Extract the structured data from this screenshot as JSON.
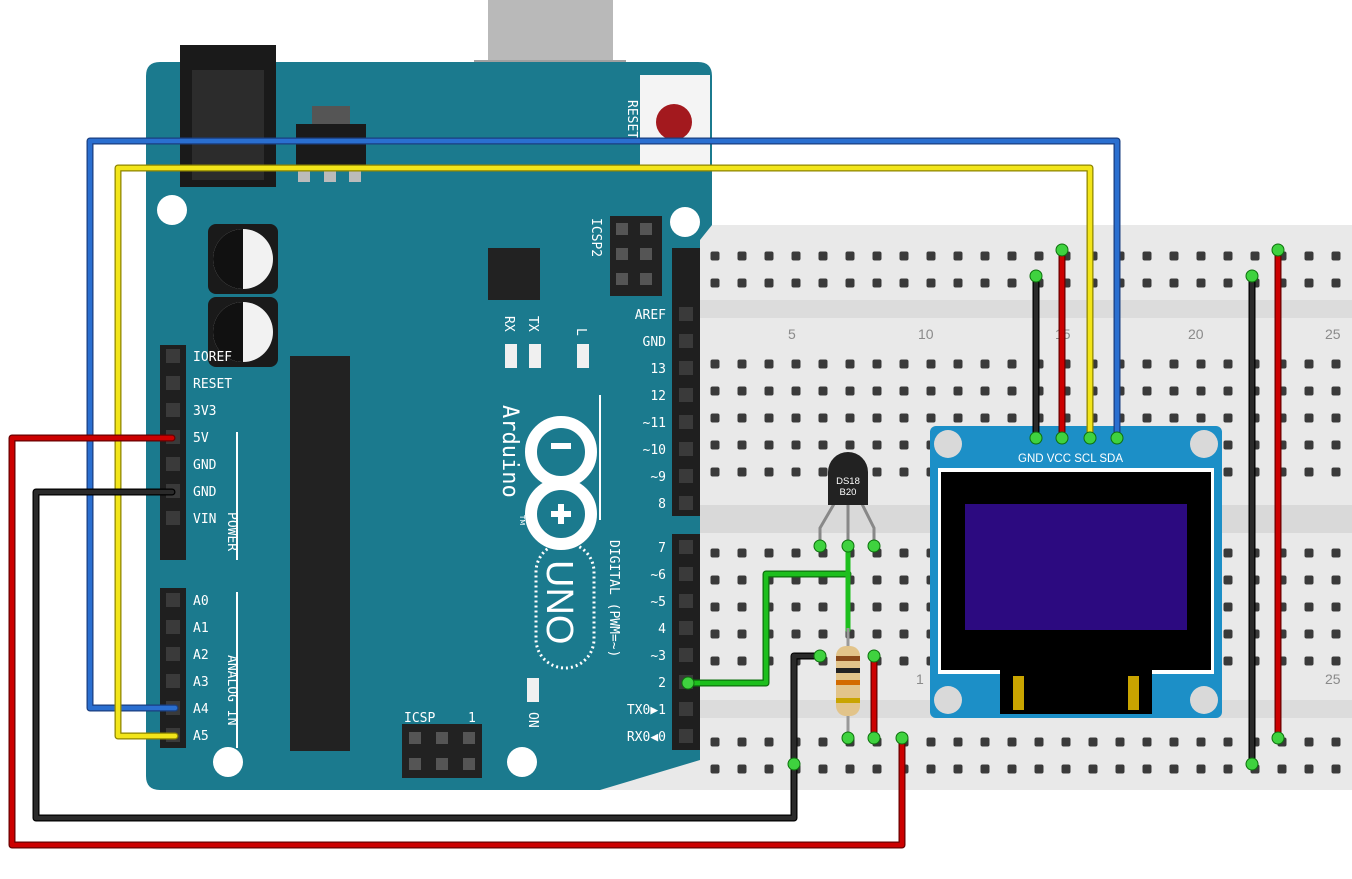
{
  "board": {
    "reset_label": "RESET",
    "icsp2_label": "ICSP2",
    "icsp_label": "ICSP",
    "icsp_pin1_mark": "1",
    "rx_label": "RX",
    "tx_label": "TX",
    "l_label": "L",
    "on_label": "ON",
    "brand": "Arduino",
    "model": "UNO",
    "tm": "TM",
    "power_header_title": "POWER",
    "analog_header_title": "ANALOG IN",
    "digital_header_title": "DIGITAL (PWM=~)",
    "power_pins": [
      "IOREF",
      "RESET",
      "3V3",
      "5V",
      "GND",
      "GND",
      "VIN"
    ],
    "analog_pins": [
      "A0",
      "A1",
      "A2",
      "A3",
      "A4",
      "A5"
    ],
    "digital_upper_pins": [
      "AREF",
      "GND",
      "13",
      "12",
      "~11",
      "~10",
      "~9",
      "8"
    ],
    "digital_lower_pins": [
      "7",
      "~6",
      "~5",
      "4",
      "~3",
      "2",
      "TX0▶1",
      "RX0◀0"
    ]
  },
  "breadboard": {
    "column_numbers_top": [
      "5",
      "10",
      "15",
      "20",
      "25"
    ],
    "column_numbers_bottom": [
      "1",
      "25"
    ]
  },
  "sensor": {
    "label_line1": "DS18",
    "label_line2": "B20"
  },
  "oled": {
    "pin_labels": "GND VCC SCL SDA"
  },
  "colors": {
    "board": "#1b7a8e",
    "board_dark": "#136070",
    "breadboard": "#ececec",
    "wire_red": "#cc0000",
    "wire_black": "#222222",
    "wire_blue": "#2a6fd0",
    "wire_yellow": "#f2e51a",
    "wire_green": "#1dbf1d",
    "oled_pcb": "#1c8fc7",
    "oled_screen": "#2c0a80"
  }
}
